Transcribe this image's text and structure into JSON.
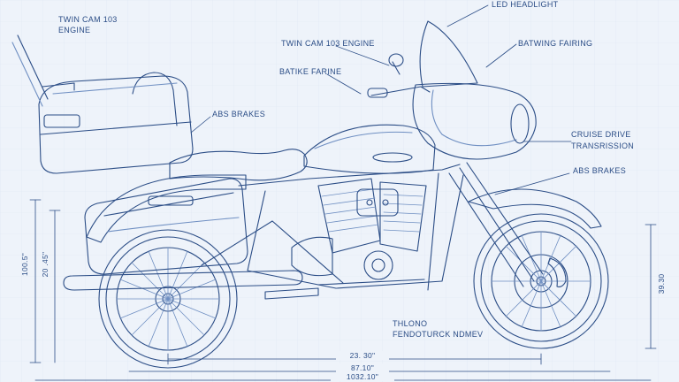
{
  "labels": {
    "twin_cam_engine_top_left": "TWIN CAM 103\nENGINE",
    "led_headlight": "LED HEADLIGHT",
    "twin_cam_engine_center": "TWIN CAM 103 ENGINE",
    "batwing_fairing": "BATWING FAIRING",
    "batike_farine": "BATIKE FARINE",
    "abs_brakes_left": "ABS BRAKES",
    "cruise_drive_transmission": "CRUISE DRIVE\nTRANSRISSION",
    "abs_brakes_right": "ABS BRAKES",
    "bottom_center_note": "THLONO\nFENDOTURCK NDMEV"
  },
  "dimensions": {
    "left_height": "100.5\"",
    "left_height_inner": "20 .45\"",
    "right_height": "39.30",
    "bottom_1": "23. 30\"",
    "bottom_2": "87.10\"",
    "bottom_3": "1032.10\""
  },
  "colors": {
    "background": "#eef3fa",
    "line": "#2b4d86",
    "line_light": "#6f8fc2"
  }
}
